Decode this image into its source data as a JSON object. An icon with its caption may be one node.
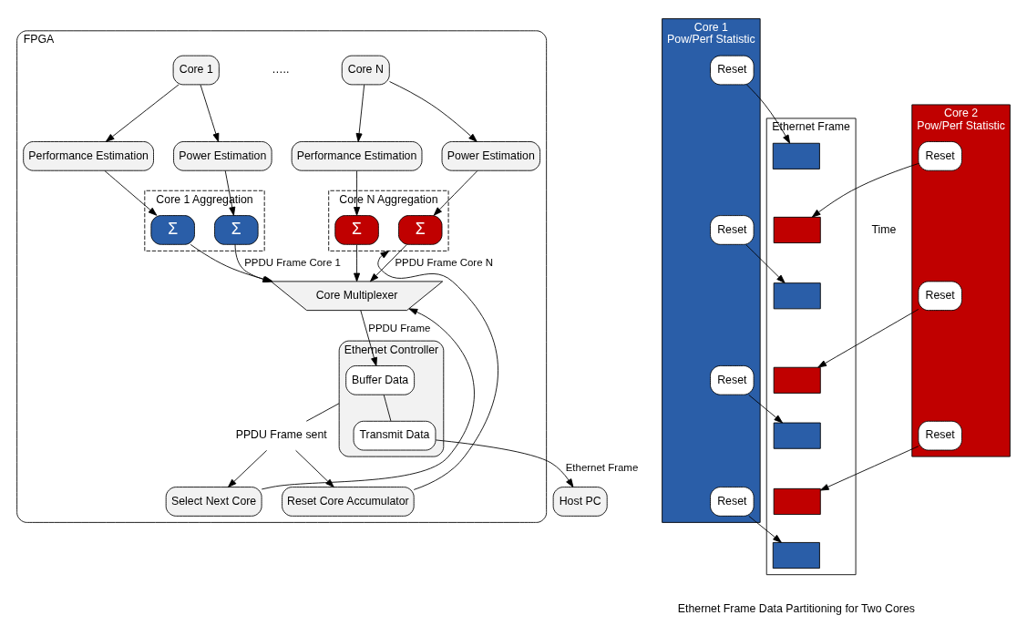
{
  "diagram": {
    "nodes": [
      {
        "text": [
          "FPGA"
        ]
      },
      {
        "text": [
          "Core 1"
        ],
        "in": 0
      },
      {
        "text": [
          "Core N"
        ],
        "in": 0
      },
      {
        "text": [
          "Power Estimation"
        ],
        "in": 0
      },
      {
        "text": [
          "Performance Estimation"
        ],
        "in": 0
      },
      {
        "text": [
          "Power Estimation"
        ],
        "in": 0
      },
      {
        "text": [
          "Performance Estimation"
        ],
        "in": 0
      },
      {
        "text": [
          "Core 1 Aggregation"
        ],
        "in": 0
      },
      {
        "text": [
          "Σ"
        ],
        "in": 7
      },
      {
        "text": [
          "Σ"
        ],
        "in": 7
      },
      {
        "text": [
          "Core N Aggregation"
        ],
        "in": 0
      },
      {
        "text": [
          "Σ"
        ],
        "in": 10
      },
      {
        "text": [
          "Σ"
        ],
        "in": 10
      },
      {
        "text": [
          "Core Multiplexer"
        ],
        "in": 0
      },
      {
        "text": [
          "Ethernet Controller"
        ],
        "in": 0
      },
      {
        "text": [
          "Buffer Data"
        ],
        "in": 14
      },
      {
        "text": [
          "Transmit Data"
        ],
        "in": 14
      },
      {
        "text": [
          "Select Next Core"
        ],
        "in": 0
      },
      {
        "text": [
          "Reset Core Accumulator"
        ],
        "in": 0
      },
      {
        "text": [
          "Host PC"
        ]
      },
      {
        "text": [
          "PPDU Frame sent"
        ],
        "in": 0
      },
      {
        "text": [
          "Core 1",
          "Pow/Perf Statistic"
        ]
      },
      {
        "text": [
          "Reset"
        ],
        "in": 21
      },
      {
        "text": [
          "Reset"
        ],
        "in": 21
      },
      {
        "text": [
          "Reset"
        ],
        "in": 21
      },
      {
        "text": [
          "Reset"
        ],
        "in": 21
      },
      {
        "text": [
          "Ethernet Frame"
        ]
      },
      {
        "text": [],
        "shape": "box",
        "in": 26
      },
      {
        "text": [],
        "shape": "box",
        "in": 26
      },
      {
        "text": [],
        "shape": "box",
        "in": 26
      },
      {
        "text": [],
        "shape": "box",
        "in": 26
      },
      {
        "text": [],
        "shape": "box",
        "in": 26
      },
      {
        "text": [],
        "shape": "box",
        "in": 26
      },
      {
        "text": [],
        "shape": "box",
        "in": 26
      },
      {
        "text": [
          "Core 2",
          "Pow/Perf Statistic"
        ]
      },
      {
        "text": [
          "Reset"
        ],
        "in": 34
      },
      {
        "text": [
          "Reset"
        ],
        "in": 34
      },
      {
        "text": [
          "Reset"
        ],
        "in": 34
      }
    ],
    "edges": [
      {
        "from": 1,
        "to": 3,
        "arrow": "to"
      },
      {
        "from": 1,
        "to": 4,
        "arrow": "to"
      },
      {
        "from": 2,
        "to": 5,
        "arrow": "to"
      },
      {
        "from": 2,
        "to": 6,
        "arrow": "to"
      },
      {
        "from": 3,
        "to": 8,
        "arrow": "to"
      },
      {
        "from": 4,
        "to": 9,
        "arrow": "to"
      },
      {
        "from": 5,
        "to": 11,
        "arrow": "to"
      },
      {
        "from": 6,
        "to": 12,
        "arrow": "to"
      },
      {
        "from": 8,
        "to": 13,
        "arrow": "to",
        "label": "PPDU Frame Core 1"
      },
      {
        "from": 9,
        "to": 13,
        "arrow": "to"
      },
      {
        "from": 11,
        "to": 13,
        "arrow": "to",
        "label": "PPDU Frame Core N"
      },
      {
        "from": 12,
        "to": 13,
        "arrow": "to"
      },
      {
        "from": 13,
        "to": 15,
        "arrow": "to",
        "label": "PPDU Frame"
      },
      {
        "from": 15,
        "to": 16,
        "arrow": "none"
      },
      {
        "from": 16,
        "to": 19,
        "arrow": "to",
        "label": "Ethernet Frame"
      },
      {
        "from": 14,
        "to": 20,
        "arrow": "none"
      },
      {
        "from": 20,
        "to": 17,
        "arrow": "to"
      },
      {
        "from": 20,
        "to": 18,
        "arrow": "to"
      },
      {
        "from": 17,
        "to": 13,
        "arrow": "to"
      },
      {
        "from": 18,
        "to": 10,
        "arrow": "to"
      },
      {
        "from": 22,
        "to": 27,
        "arrow": "to"
      },
      {
        "from": 35,
        "to": 28,
        "arrow": "to"
      },
      {
        "from": 23,
        "to": 29,
        "arrow": "to"
      },
      {
        "from": 36,
        "to": 30,
        "arrow": "to"
      },
      {
        "from": 24,
        "to": 31,
        "arrow": "to"
      },
      {
        "from": 37,
        "to": 32,
        "arrow": "to"
      },
      {
        "from": 25,
        "to": 33,
        "arrow": "to"
      }
    ],
    "labels": [
      "…..",
      "Time",
      "Ethernet Frame Data Partitioning for Two Cores"
    ]
  }
}
